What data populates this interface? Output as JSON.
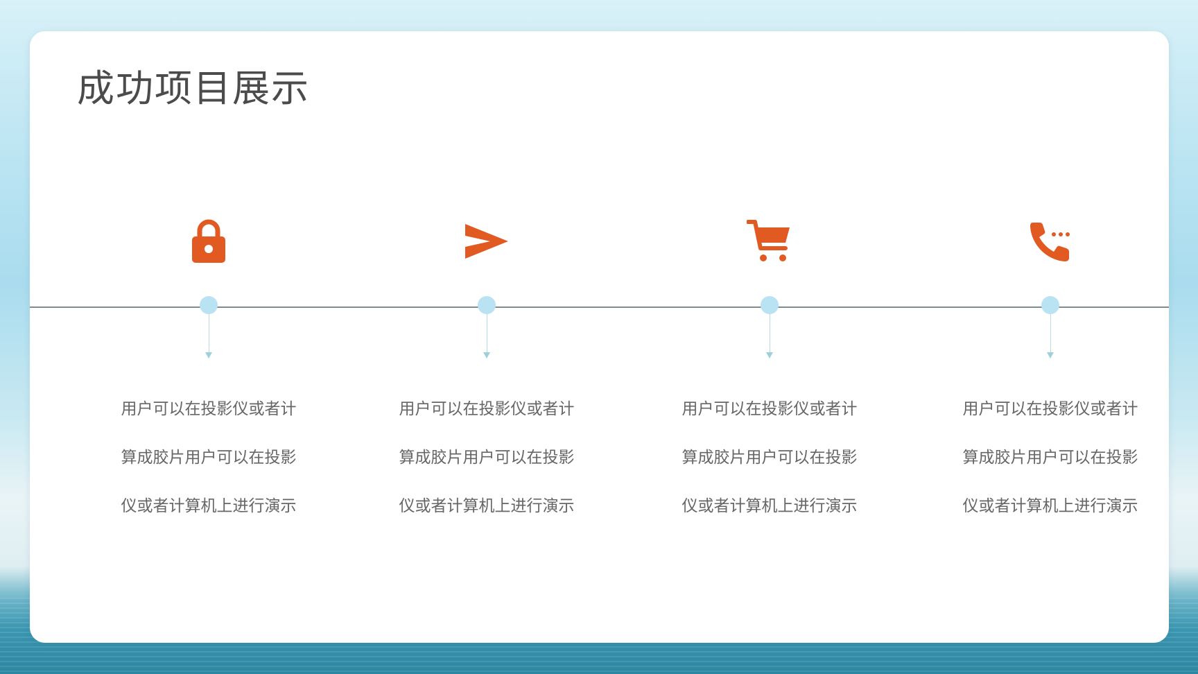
{
  "slide": {
    "title": "成功项目展示",
    "accent_color": "#e05a22",
    "dot_color": "#b9e2f3",
    "line_color": "#7f8a8f"
  },
  "items": [
    {
      "icon": "lock-icon",
      "lines": [
        "用户可以在投影仪或者计",
        "算成胶片用户可以在投影",
        "仪或者计算机上进行演示"
      ]
    },
    {
      "icon": "send-icon",
      "lines": [
        "用户可以在投影仪或者计",
        "算成胶片用户可以在投影",
        "仪或者计算机上进行演示"
      ]
    },
    {
      "icon": "cart-icon",
      "lines": [
        "用户可以在投影仪或者计",
        "算成胶片用户可以在投影",
        "仪或者计算机上进行演示"
      ]
    },
    {
      "icon": "phone-icon",
      "lines": [
        "用户可以在投影仪或者计",
        "算成胶片用户可以在投影",
        "仪或者计算机上进行演示"
      ]
    }
  ]
}
